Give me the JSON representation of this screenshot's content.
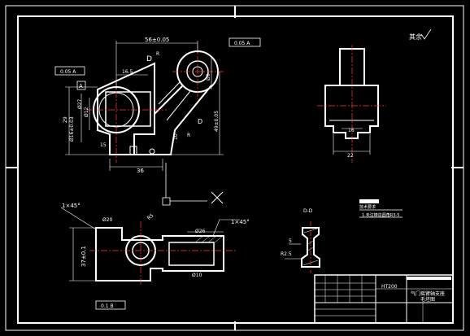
{
  "colors": {
    "background": "#000000",
    "line": "#ffffff",
    "centerline": "#ff3b3b",
    "dimension": "#ffffff"
  },
  "front_view": {
    "dim_top": "56±0.05",
    "dim_left_height": "29",
    "dim_right_height": "49±0.05",
    "dim_bottom": "36",
    "dim_small_top": "16.5",
    "dim_side_1": "Ø27",
    "dim_side_2": "Ø12",
    "dim_side_3": "Ø16±0.03",
    "dim_center_right": "Ø9",
    "dim_vert_small": "10",
    "dim_lower_small": "15",
    "tol_left": "0.05 A",
    "tol_right": "0.05 A",
    "datum_letter": "A",
    "section_letter_d": "D",
    "mark_r": "R",
    "mark_d2": "D",
    "mark_r2": "R"
  },
  "bottom_view": {
    "chamfer_left": "1×45°",
    "chamfer_right": "1×45°",
    "dim_phi": "Ø20",
    "dim_phi2": "Ø26",
    "dim_left": "37±0.1",
    "dim_r": "R5",
    "tol_bottom": "0.1 B",
    "phi_small": "Ø10"
  },
  "section_view": {
    "label": "D-D",
    "dim_r": "R2.5",
    "dim_small": "5"
  },
  "side_view": {
    "dim_bottom": "22",
    "dim_mid": "16"
  },
  "roughness": {
    "label": "其余"
  },
  "notes": {
    "line1": "技术要求",
    "line2": "1.未注铸造圆角R3-5"
  },
  "title_block": {
    "material": "HT200",
    "name_line1": "气门摇臂轴支座",
    "name_line2": "毛坯图"
  }
}
